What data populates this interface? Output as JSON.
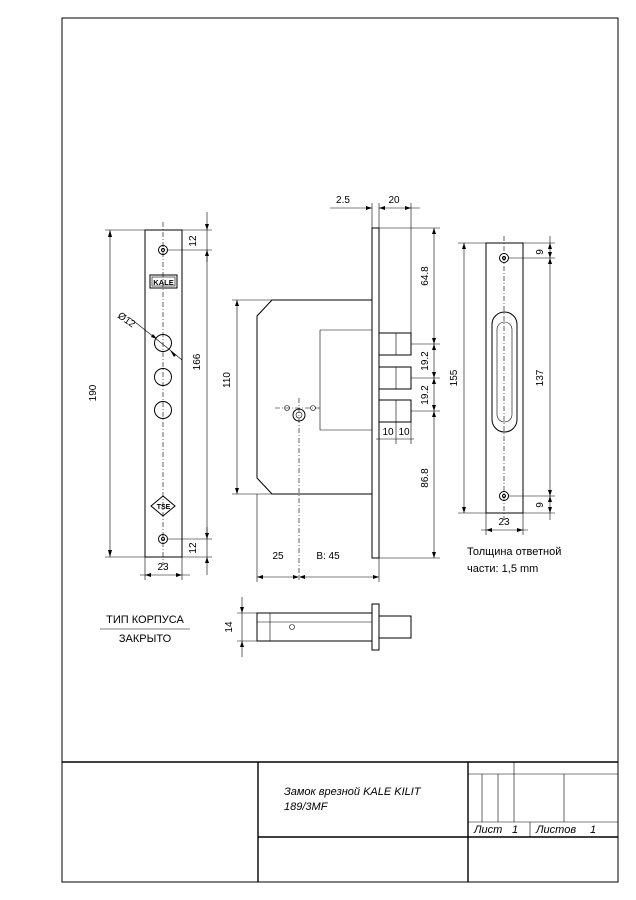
{
  "drawing": {
    "front_plate": {
      "dim_top": "12",
      "dim_height": "190",
      "dim_hole": "Ø12",
      "dim_spacing": "166",
      "dim_bottom": "12",
      "dim_width": "23",
      "logo_text": "KALE",
      "cert_text": "TSE"
    },
    "body": {
      "dim_plate_offset": "2.5",
      "dim_plate_thick": "20",
      "dim_top": "64.8",
      "dim_bolt_step_1": "19.2",
      "dim_bolt_step_2": "19.2",
      "dim_bolt_w1": "10",
      "dim_bolt_w2": "10",
      "dim_bottom": "86.8",
      "dim_height": "110",
      "dim_backset_left": "25",
      "dim_backset": "B: 45"
    },
    "strike_plate": {
      "dim_top": "9",
      "dim_slot": "137",
      "dim_height": "155",
      "dim_bottom": "9",
      "dim_width": "23",
      "note_line1": "Толщина ответной",
      "note_line2": "части: 1,5 mm"
    },
    "side_view": {
      "dim_thickness": "14",
      "case_type_label": "ТИП КОРПУСА",
      "case_type_value": "ЗАКРЫТО"
    }
  },
  "title_block": {
    "title_line1": "Замок врезной KALE KILIT",
    "title_line2": "189/3MF",
    "sheet_label": "Лист",
    "sheet_value": "1",
    "sheets_label": "Листов",
    "sheets_value": "1"
  }
}
